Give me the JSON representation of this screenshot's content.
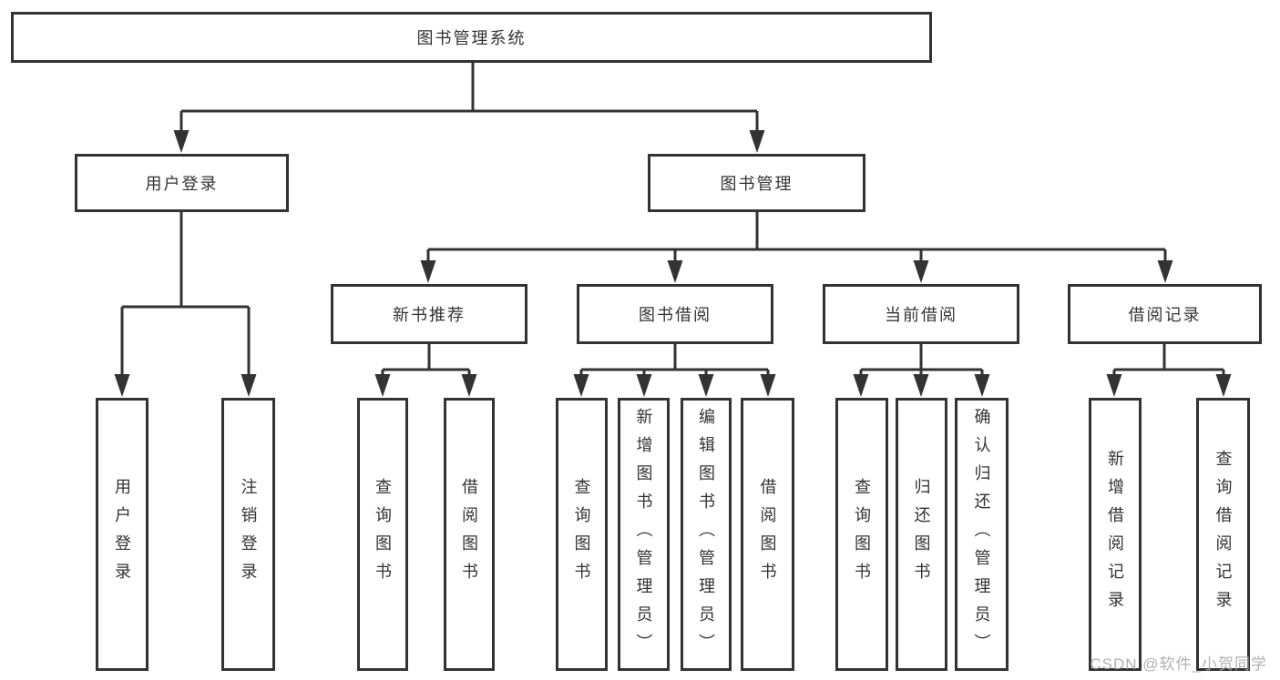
{
  "colors": {
    "line": "#333333",
    "text": "#333333",
    "watermark": "#a9a9a9"
  },
  "root": {
    "label": "图书管理系统"
  },
  "level2": [
    {
      "label": "用户登录"
    },
    {
      "label": "图书管理"
    }
  ],
  "level3": [
    {
      "label": "新书推荐"
    },
    {
      "label": "图书借阅"
    },
    {
      "label": "当前借阅"
    },
    {
      "label": "借阅记录"
    }
  ],
  "leaves": [
    {
      "parent": "用户登录",
      "label": "用户登录"
    },
    {
      "parent": "用户登录",
      "label": "注销登录"
    },
    {
      "parent": "新书推荐",
      "label": "查询图书"
    },
    {
      "parent": "新书推荐",
      "label": "借阅图书"
    },
    {
      "parent": "图书借阅",
      "label": "查询图书"
    },
    {
      "parent": "图书借阅",
      "label": "新增图书（管理员）"
    },
    {
      "parent": "图书借阅",
      "label": "编辑图书（管理员）"
    },
    {
      "parent": "图书借阅",
      "label": "借阅图书"
    },
    {
      "parent": "当前借阅",
      "label": "查询图书"
    },
    {
      "parent": "当前借阅",
      "label": "归还图书"
    },
    {
      "parent": "当前借阅",
      "label": "确认归还（管理员）"
    },
    {
      "parent": "借阅记录",
      "label": "新增借阅记录"
    },
    {
      "parent": "借阅记录",
      "label": "查询借阅记录"
    }
  ],
  "watermark": "CSDN @软件_小贺同学"
}
